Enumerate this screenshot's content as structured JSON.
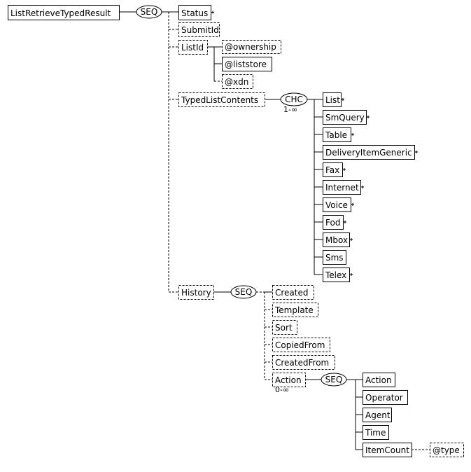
{
  "diagram": {
    "root": "ListRetrieveTypedResult",
    "root_compositor": "SEQ",
    "status": "Status",
    "submit_id": "SubmitId",
    "list_id": "ListId",
    "list_id_attrs": [
      "@ownership",
      "@liststore",
      "@xdn"
    ],
    "typed_list_contents": "TypedListContents",
    "choice_label": "CHC",
    "choice_cardinality": "1-∞",
    "choice_items": [
      "List",
      "SmQuery",
      "Table",
      "DeliveryItemGeneric",
      "Fax",
      "Internet",
      "Voice",
      "Fod",
      "Mbox",
      "Sms",
      "Telex"
    ],
    "history": "History",
    "history_compositor": "SEQ",
    "history_items": [
      "Created",
      "Template",
      "Sort",
      "CopiedFrom",
      "CreatedFrom",
      "Action"
    ],
    "action_cardinality": "0-∞",
    "action_compositor": "SEQ",
    "action_items": [
      "Action",
      "Operator",
      "Agent",
      "Time",
      "ItemCount"
    ],
    "item_count_attr": "@type"
  }
}
